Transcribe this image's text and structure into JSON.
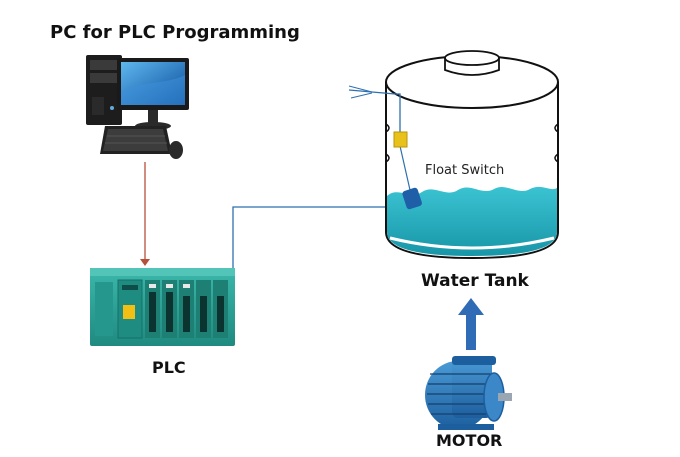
{
  "diagram": {
    "pc_label": "PC for PLC Programming",
    "plc_label": "PLC",
    "tank_label": "Water Tank",
    "float_switch_label": "Float Switch",
    "motor_label": "MOTOR"
  },
  "colors": {
    "pc_to_plc_link": "#b5513b",
    "plc_to_tank_link": "#2f6fb0",
    "plc_body": "#2fa89c",
    "water": "#2db3c2",
    "motor": "#2f7fc0",
    "arrow": "#2f6cb5",
    "float_switch": "#e8c21a",
    "float": "#1f5fa8"
  }
}
